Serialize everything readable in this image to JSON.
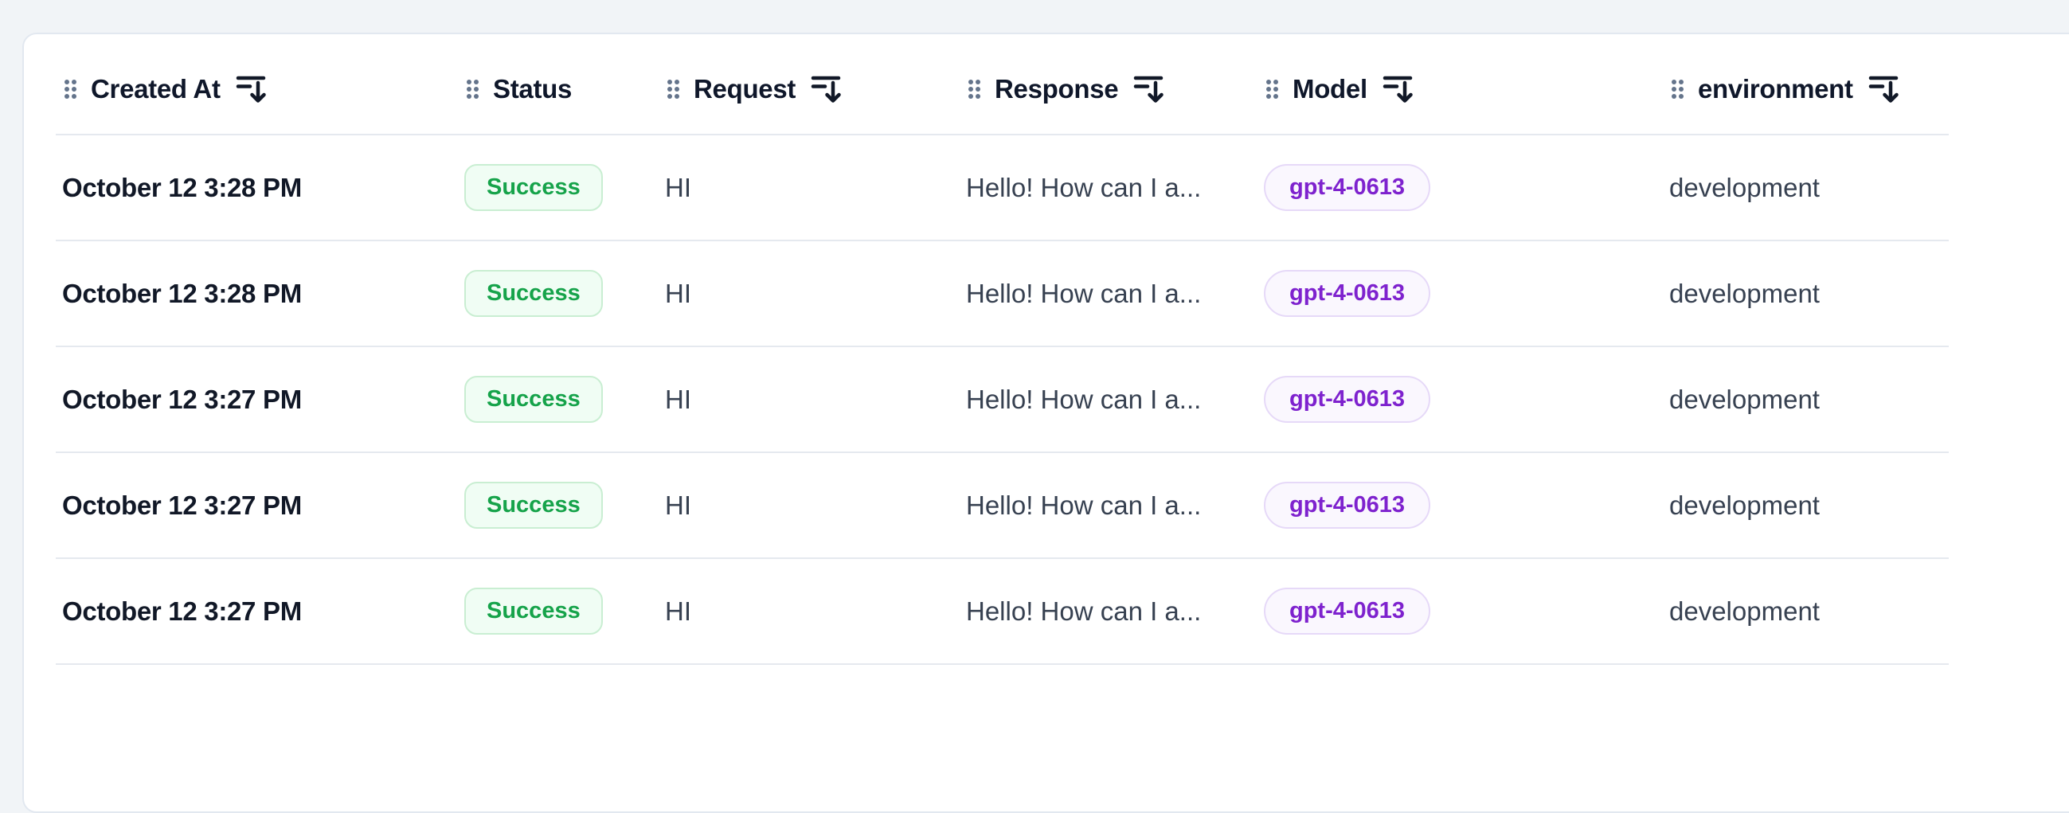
{
  "table": {
    "columns": [
      {
        "key": "created_at",
        "label": "Created At",
        "sortable": true
      },
      {
        "key": "status",
        "label": "Status",
        "sortable": false
      },
      {
        "key": "request",
        "label": "Request",
        "sortable": true
      },
      {
        "key": "response",
        "label": "Response",
        "sortable": true
      },
      {
        "key": "model",
        "label": "Model",
        "sortable": true
      },
      {
        "key": "environment",
        "label": "environment",
        "sortable": true
      }
    ],
    "rows": [
      {
        "created_at": "October 12 3:28 PM",
        "status": "Success",
        "request": "HI",
        "response": "Hello! How can I a...",
        "model": "gpt-4-0613",
        "environment": "development"
      },
      {
        "created_at": "October 12 3:28 PM",
        "status": "Success",
        "request": "HI",
        "response": "Hello! How can I a...",
        "model": "gpt-4-0613",
        "environment": "development"
      },
      {
        "created_at": "October 12 3:27 PM",
        "status": "Success",
        "request": "HI",
        "response": "Hello! How can I a...",
        "model": "gpt-4-0613",
        "environment": "development"
      },
      {
        "created_at": "October 12 3:27 PM",
        "status": "Success",
        "request": "HI",
        "response": "Hello! How can I a...",
        "model": "gpt-4-0613",
        "environment": "development"
      },
      {
        "created_at": "October 12 3:27 PM",
        "status": "Success",
        "request": "HI",
        "response": "Hello! How can I a...",
        "model": "gpt-4-0613",
        "environment": "development"
      }
    ]
  },
  "icons": {
    "drag_handle": "drag-handle-icon",
    "sort": "sort-descending-icon"
  },
  "colors": {
    "page_background": "#f1f4f7",
    "card_background": "#ffffff",
    "card_border": "#e2e8f0",
    "divider": "#e5e9ef",
    "header_text": "#0f172a",
    "date_text": "#111827",
    "cell_text": "#374151",
    "icon_gray": "#64748b",
    "success_text": "#16a34a",
    "success_background": "#f0fdf4",
    "success_border": "#c9eed2",
    "model_text": "#7e22ce",
    "model_background": "#faf7fe",
    "model_border": "#e6d9f8"
  }
}
